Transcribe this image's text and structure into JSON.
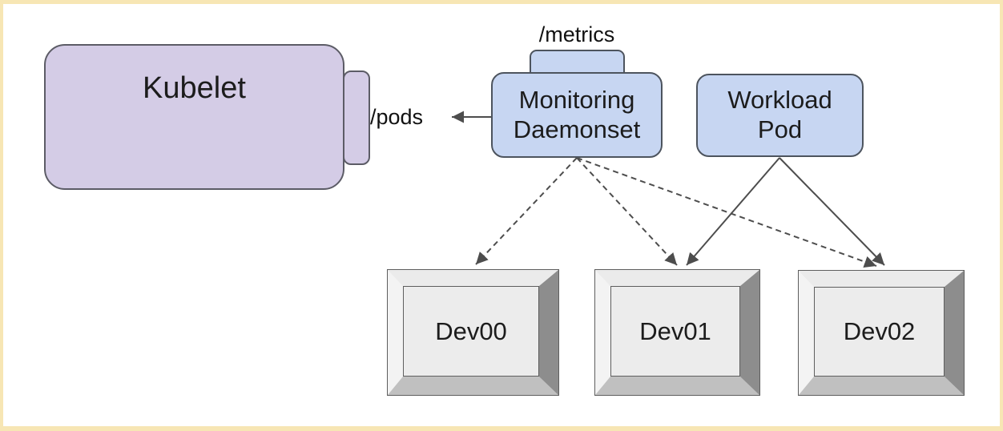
{
  "diagram": {
    "nodes": {
      "kubelet": {
        "label": "Kubelet"
      },
      "monitoring_daemonset": {
        "line1": "Monitoring",
        "line2": "Daemonset"
      },
      "workload_pod": {
        "line1": "Workload",
        "line2": "Pod"
      },
      "dev00": {
        "label": "Dev00"
      },
      "dev01": {
        "label": "Dev01"
      },
      "dev02": {
        "label": "Dev02"
      }
    },
    "annotations": {
      "pods_endpoint": "/pods",
      "metrics_endpoint": "/metrics"
    },
    "edges": [
      {
        "from": "monitoring_daemonset",
        "to": "kubelet",
        "style": "solid",
        "label": "/pods"
      },
      {
        "from": "monitoring_daemonset",
        "to": "dev00",
        "style": "dashed",
        "label": ""
      },
      {
        "from": "monitoring_daemonset",
        "to": "dev01",
        "style": "dashed",
        "label": ""
      },
      {
        "from": "monitoring_daemonset",
        "to": "dev02",
        "style": "dashed",
        "label": ""
      },
      {
        "from": "workload_pod",
        "to": "dev01",
        "style": "solid",
        "label": ""
      },
      {
        "from": "workload_pod",
        "to": "dev02",
        "style": "solid",
        "label": ""
      }
    ],
    "colors": {
      "canvas_border": "#f7e6b4",
      "purple_fill": "#d4cce6",
      "purple_border": "#5c5c66",
      "blue_fill": "#c7d6f2",
      "blue_border": "#4d545e",
      "device_face": "#ececec",
      "device_bevel_dark": "#8d8d8d",
      "arrow": "#4d4d4d"
    }
  }
}
